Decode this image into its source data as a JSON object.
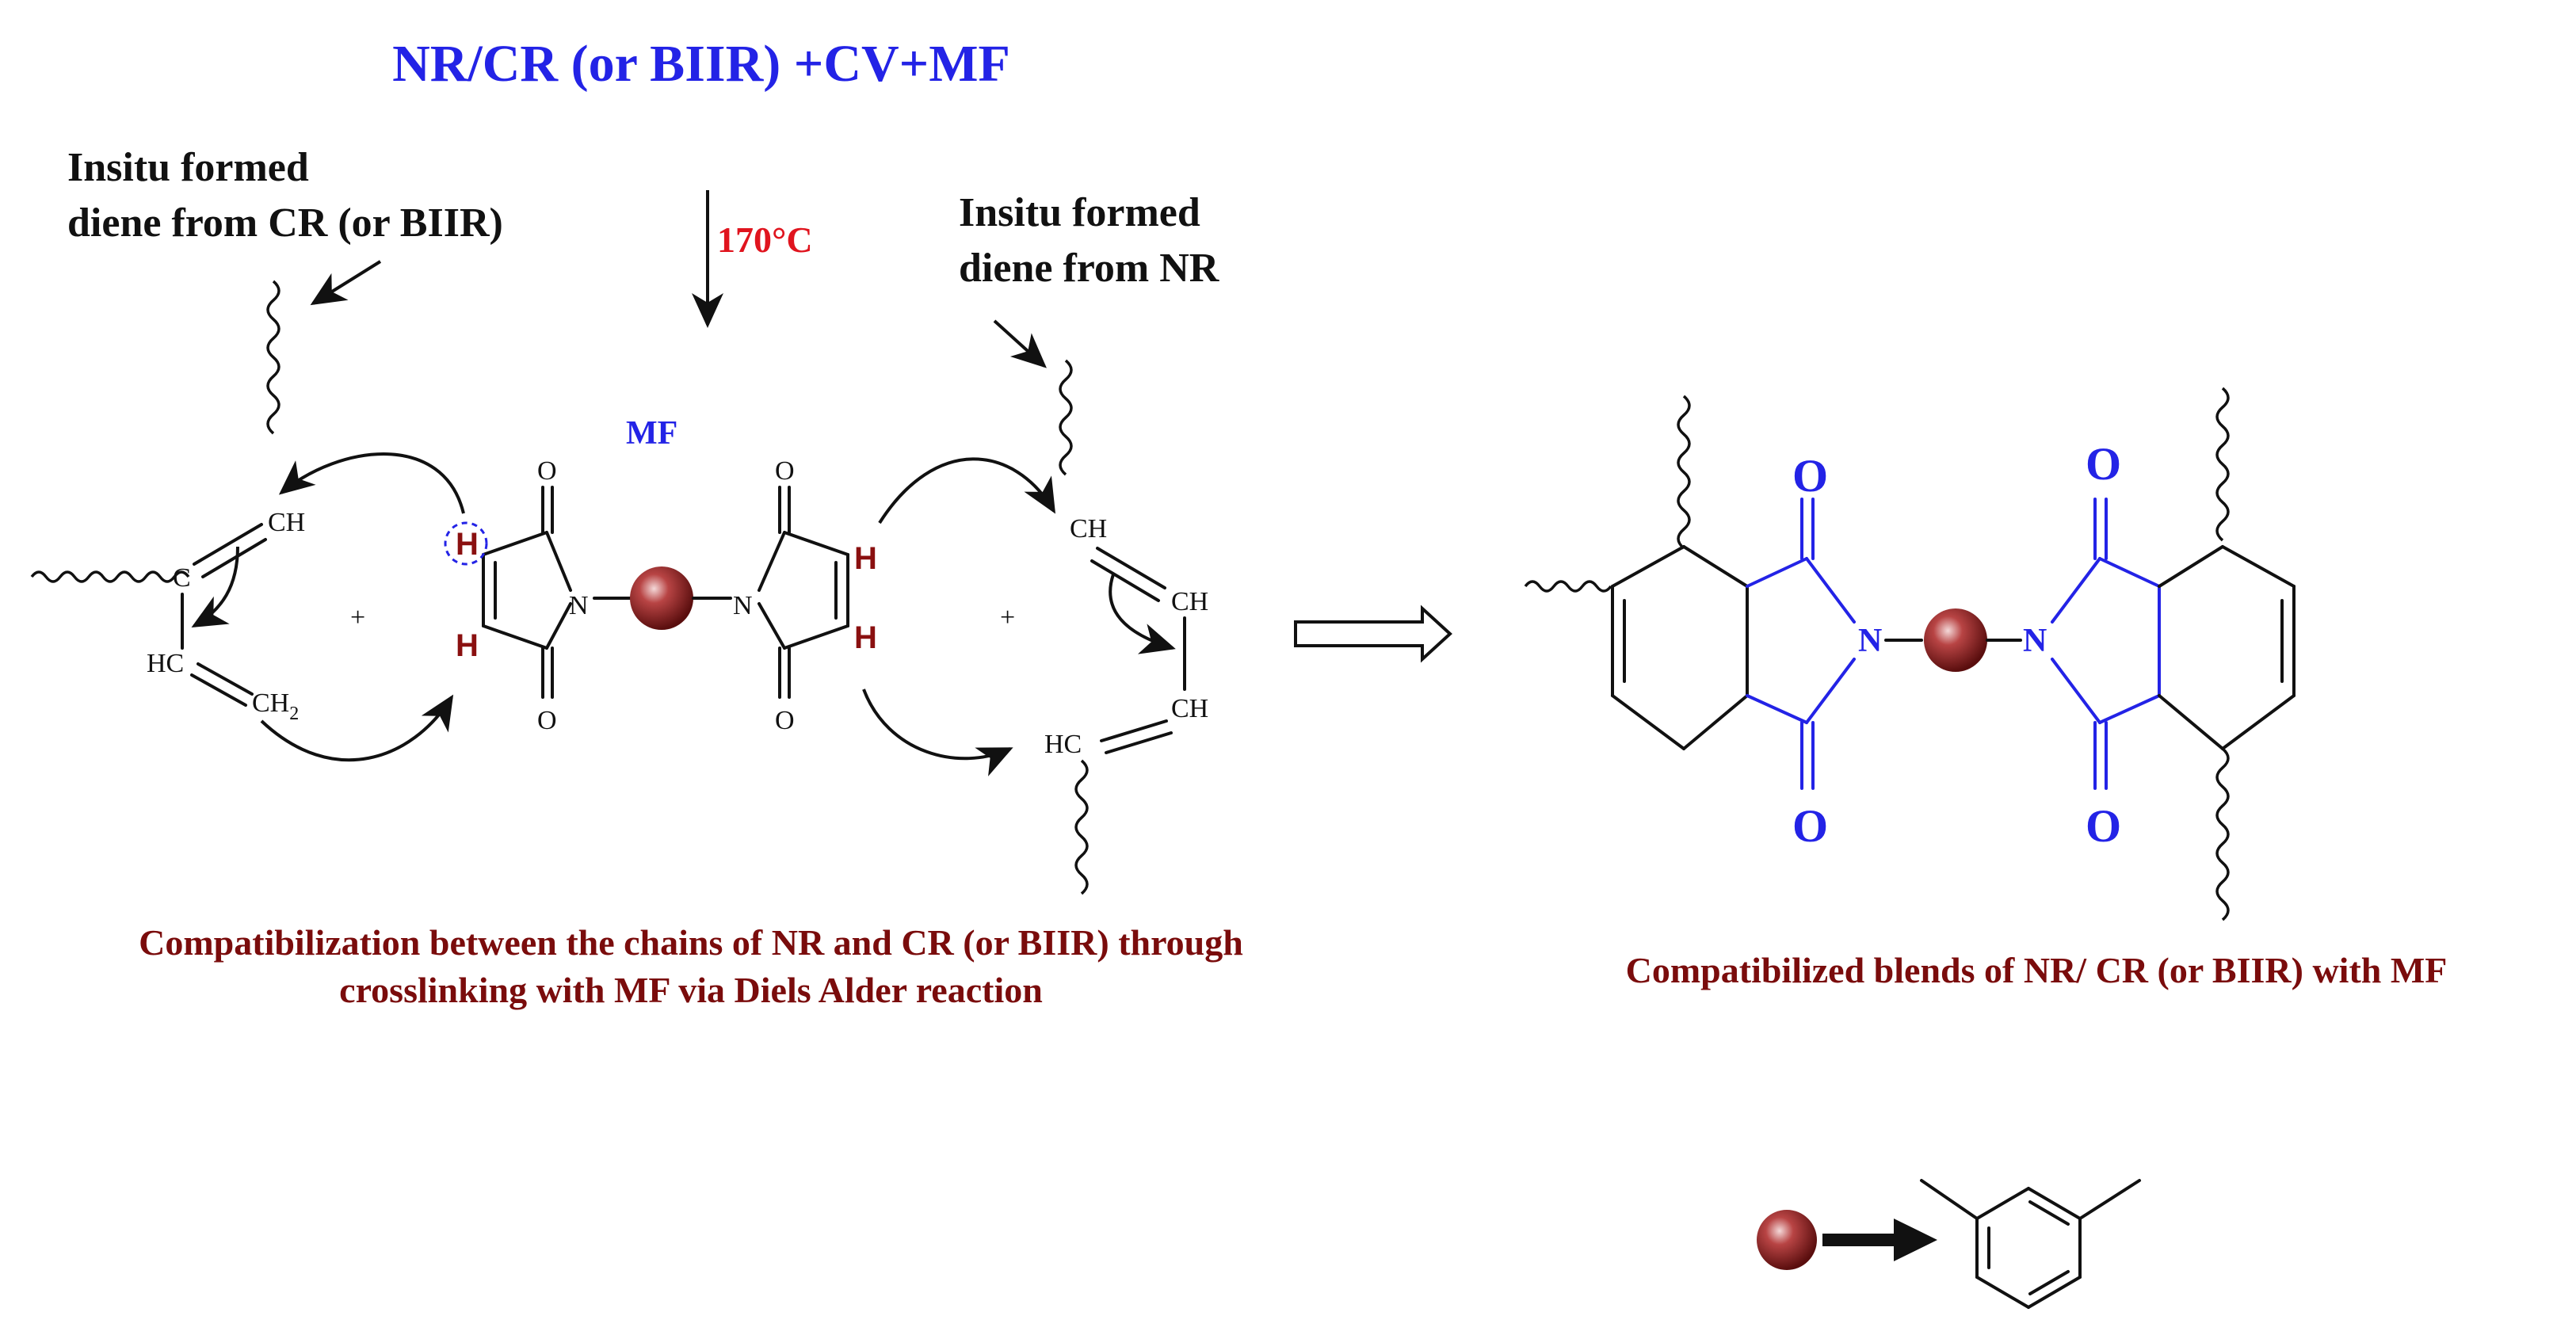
{
  "title": "NR/CR (or BIIR) +CV+MF",
  "condition": "170°C",
  "label_diene_cr_line1": "Insitu formed",
  "label_diene_cr_line2": "diene from CR (or BIIR)",
  "label_diene_nr_line1": "Insitu formed",
  "label_diene_nr_line2": "diene from NR",
  "label_mf": "MF",
  "plus": "+",
  "atoms": {
    "O": "O",
    "N": "N",
    "H": "H",
    "CH": "CH",
    "C": "C",
    "HC": "HC",
    "CH2_main": "CH",
    "CH2_sub": "2"
  },
  "caption_left_line1": "Compatibilization between the chains of  NR and CR (or BIIR) through",
  "caption_left_line2": "crosslinking with MF via Diels Alder reaction",
  "caption_right": "Compatibilized blends of NR/ CR (or BIIR) with MF",
  "colors": {
    "blue": "#2323e6",
    "red": "#e0141e",
    "maroon": "#7a0c0c",
    "sphere": "#8b1a1a"
  }
}
